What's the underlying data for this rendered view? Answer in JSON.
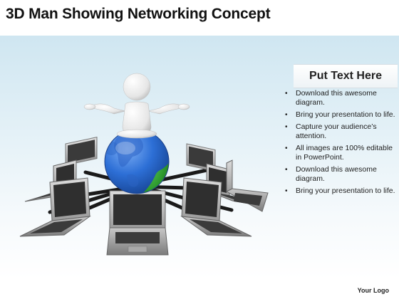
{
  "title": "3D Man Showing Networking Concept",
  "panel": {
    "title": "Put Text Here",
    "bullets": [
      "Download this awesome diagram.",
      "Bring your presentation to life.",
      "Capture your audience’s attention.",
      "All images are 100% editable in PowerPoint.",
      "Download this awesome diagram.",
      "Bring your presentation to life."
    ]
  },
  "logo": "Your Logo",
  "illustration": {
    "subject": "3d-man-on-globe",
    "laptop_count": 9,
    "globe_colors": {
      "land": "#2e9b2e",
      "sea": "#2d6fd6"
    }
  }
}
